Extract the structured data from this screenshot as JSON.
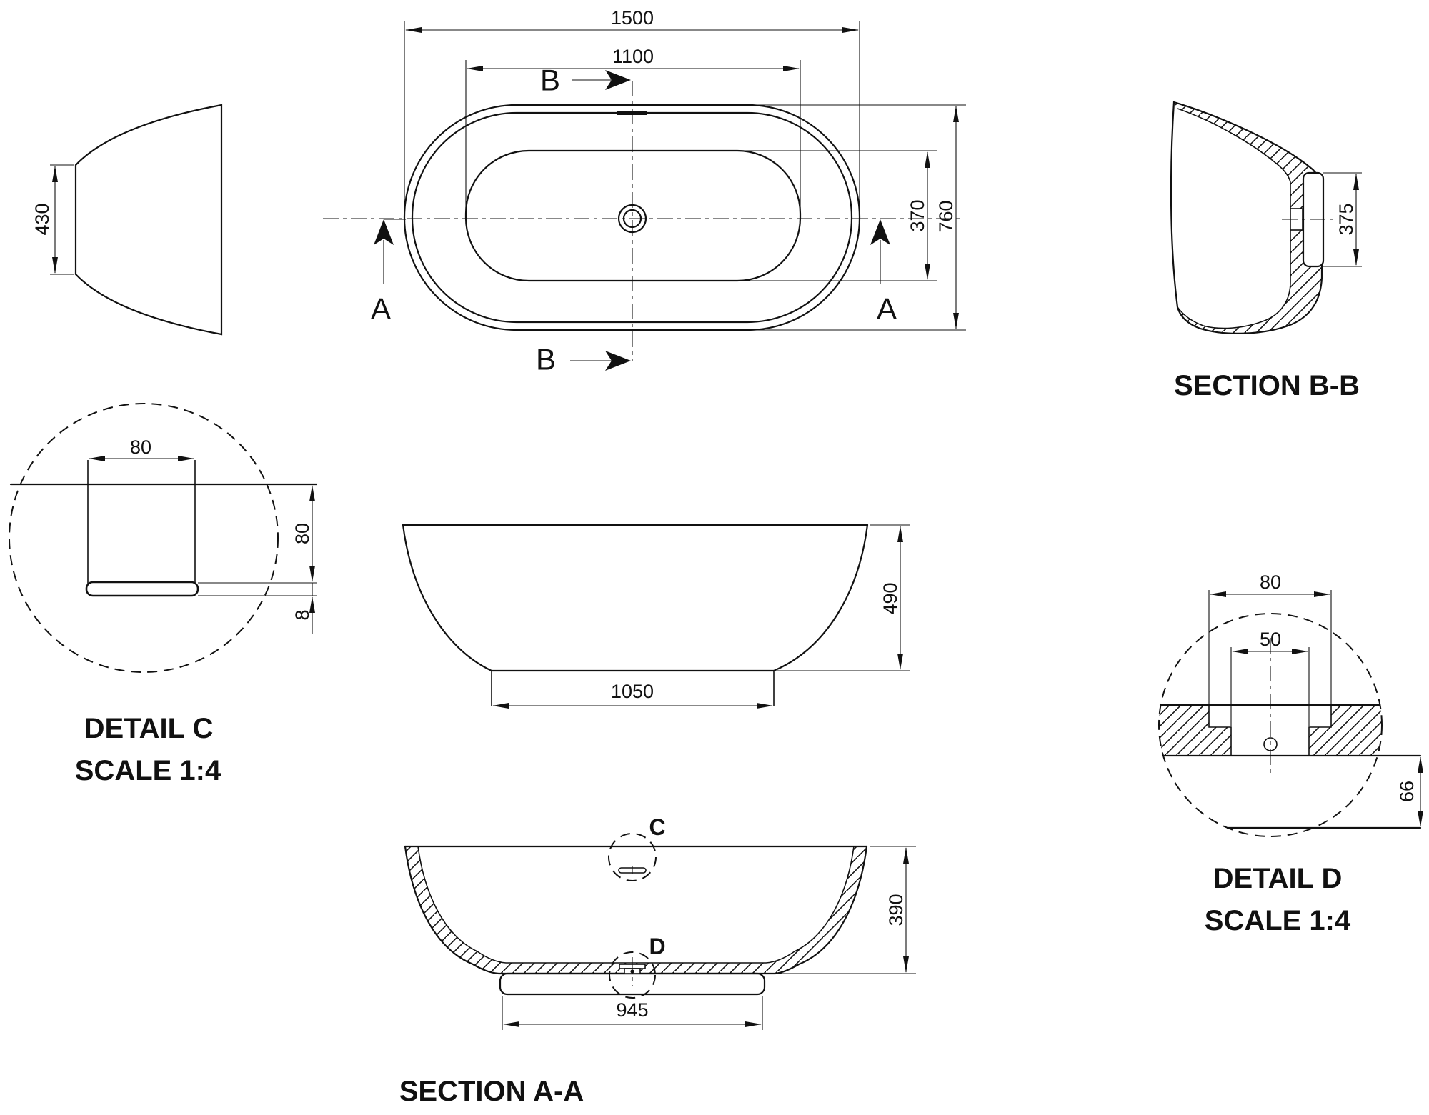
{
  "drawing": {
    "background_color": "#ffffff",
    "line_color": "#111111",
    "views": {
      "end_view": {
        "dim_430": "430"
      },
      "plan": {
        "dim_1500": "1500",
        "dim_1100": "1100",
        "dim_370": "370",
        "dim_760": "760",
        "arrow_a": "A",
        "arrow_b": "B"
      },
      "section_bb": {
        "title": "SECTION B-B",
        "dim_375": "375"
      },
      "detail_c": {
        "title": "DETAIL C",
        "scale": "SCALE 1:4",
        "dim_width_80": "80",
        "dim_height_80": "80",
        "dim_slot_8": "8"
      },
      "elevation": {
        "dim_490": "490",
        "dim_1050": "1050"
      },
      "detail_d": {
        "title": "DETAIL D",
        "scale": "SCALE 1:4",
        "dim_80": "80",
        "dim_50": "50",
        "dim_66": "66"
      },
      "section_aa": {
        "title": "SECTION A-A",
        "dim_390": "390",
        "dim_945": "945",
        "mark_c": "C",
        "mark_d": "D"
      }
    }
  }
}
